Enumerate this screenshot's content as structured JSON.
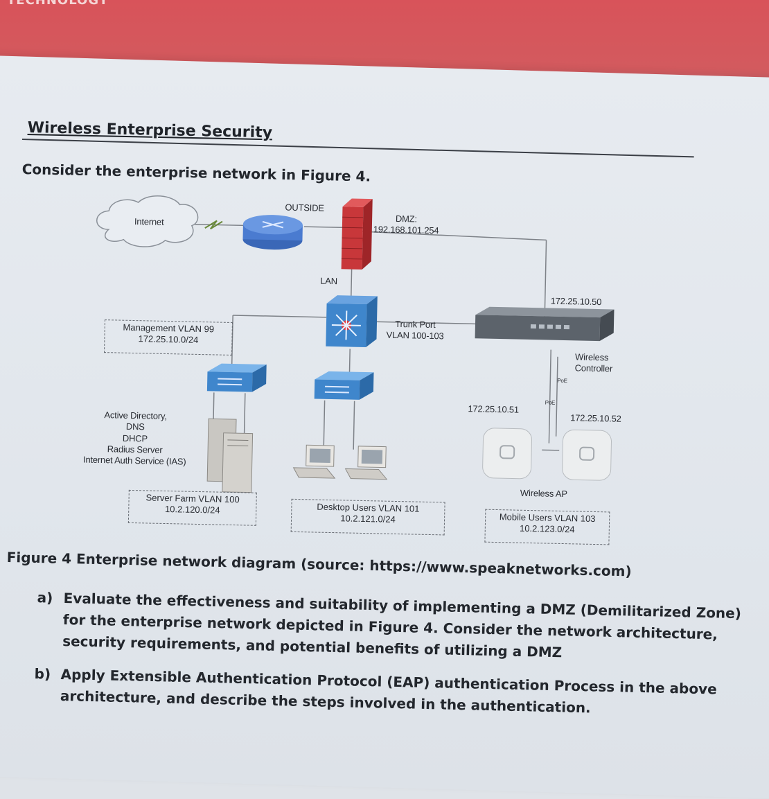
{
  "header_band": {
    "text": "TECHNOLOGY",
    "color": "#d8535a"
  },
  "section": {
    "title": "Wireless Enterprise Security",
    "intro": "Consider the enterprise network in Figure 4."
  },
  "diagram": {
    "internet": "Internet",
    "outside": "OUTSIDE",
    "dmz": "DMZ:\n192.168.101.254",
    "lan": "LAN",
    "trunk": "Trunk Port\nVLAN 100-103",
    "mgmt": "Management VLAN 99\n172.25.10.0/24",
    "ip_50": "172.25.10.50",
    "wlc": "Wireless\nController",
    "poe1": "PoE",
    "poe2": "PoE",
    "ip_51": "172.25.10.51",
    "ip_52": "172.25.10.52",
    "services": "Active Directory,\nDNS\nDHCP\nRadius Server\nInternet Auth Service (IAS)",
    "wap": "Wireless AP",
    "server_farm": "Server Farm VLAN 100\n10.2.120.0/24",
    "desktop": "Desktop Users VLAN 101\n10.2.121.0/24",
    "mobile": "Mobile Users VLAN 103\n10.2.123.0/24",
    "colors": {
      "router": "#4f7fd0",
      "switch": "#3f86cc",
      "firewall": "#c8373a",
      "server": "#c9c7c2"
    }
  },
  "caption": "Figure 4 Enterprise network diagram (source: https://www.speaknetworks.com)",
  "questions": [
    {
      "marker": "a)",
      "lines": [
        "Evaluate the effectiveness and suitability of implementing a DMZ (Demilitarized Zone)",
        "for the enterprise network depicted in Figure 4. Consider the network architecture,",
        "security requirements, and potential benefits of utilizing a DMZ"
      ]
    },
    {
      "marker": "b)",
      "lines": [
        "Apply Extensible Authentication Protocol (EAP) authentication Process in the above",
        "architecture, and describe the steps involved in the authentication."
      ]
    }
  ]
}
